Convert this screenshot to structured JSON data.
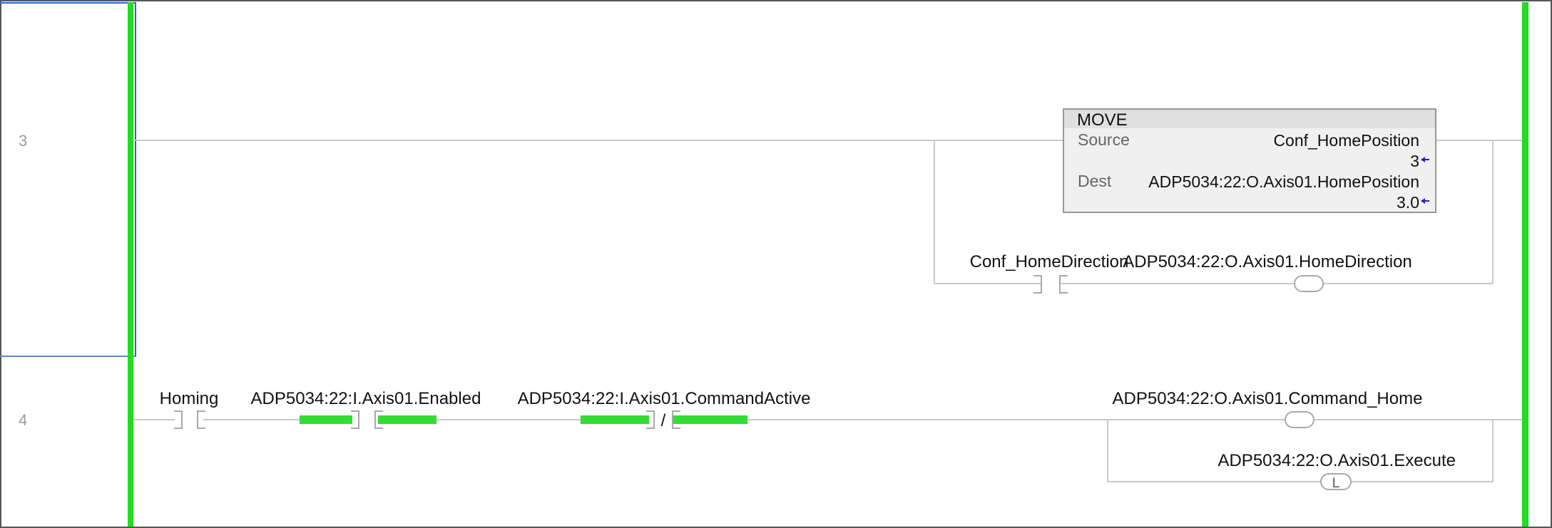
{
  "colors": {
    "power_rail": "#22dd22",
    "power_flow": "#33dd33",
    "wire": "#c8c8c8",
    "rung_selection": "#2266cc",
    "instruction_header": "#e0e0e0",
    "instruction_body": "#f0f0f0",
    "value_arrow": "#2222cc"
  },
  "rung3": {
    "number": "3",
    "move": {
      "title": "MOVE",
      "source_label": "Source",
      "source_tag": "Conf_HomePosition",
      "source_value": "3",
      "dest_label": "Dest",
      "dest_tag": "ADP5034:22:O.Axis01.HomePosition",
      "dest_value": "3.0"
    },
    "contact_tag": "Conf_HomeDirection",
    "coil_tag": "ADP5034:22:O.Axis01.HomeDirection"
  },
  "rung4": {
    "number": "4",
    "contacts": [
      {
        "tag": "Homing",
        "type": "XIC",
        "energized": false
      },
      {
        "tag": "ADP5034:22:I.Axis01.Enabled",
        "type": "XIC",
        "energized": true
      },
      {
        "tag": "ADP5034:22:I.Axis01.CommandActive",
        "type": "XIO",
        "energized": true
      }
    ],
    "xio_symbol": "/",
    "coil_tag": "ADP5034:22:O.Axis01.Command_Home",
    "latch_tag": "ADP5034:22:O.Axis01.Execute",
    "latch_symbol": "L"
  }
}
